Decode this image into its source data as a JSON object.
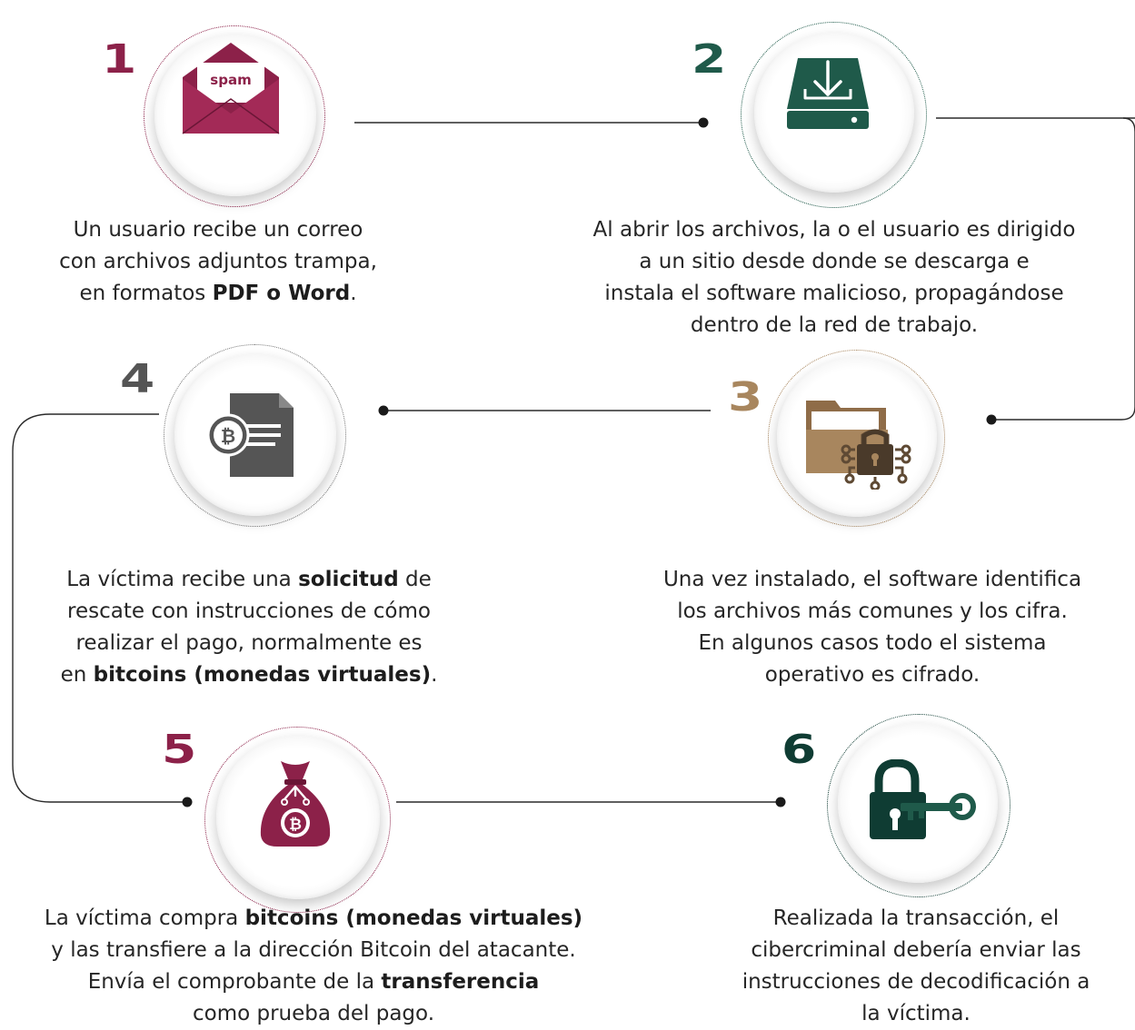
{
  "colors": {
    "wine": "#8c2149",
    "green": "#1f5a4a",
    "gray": "#555555",
    "gold": "#a8865e",
    "dark_green": "#0f3c33"
  },
  "steps": [
    {
      "number": "1",
      "icon": "spam-envelope-icon",
      "icon_label": "spam",
      "text": [
        {
          "t": "Un usuario recibe un correo"
        },
        {
          "br": true
        },
        {
          "t": "con archivos adjuntos trampa,"
        },
        {
          "br": true
        },
        {
          "t": "en formatos "
        },
        {
          "b": "PDF o Word"
        },
        {
          "t": "."
        }
      ]
    },
    {
      "number": "2",
      "icon": "hard-drive-download-icon",
      "text": [
        {
          "t": "Al abrir los archivos, la o el usuario es dirigido"
        },
        {
          "br": true
        },
        {
          "t": "a un sitio desde donde se descarga e"
        },
        {
          "br": true
        },
        {
          "t": "instala el software malicioso, propagándose"
        },
        {
          "br": true
        },
        {
          "t": "dentro de la red de trabajo."
        }
      ]
    },
    {
      "number": "3",
      "icon": "locked-folder-icon",
      "text": [
        {
          "t": "Una vez instalado, el software identifica"
        },
        {
          "br": true
        },
        {
          "t": "los archivos más comunes y los cifra."
        },
        {
          "br": true
        },
        {
          "t": "En algunos casos todo el sistema"
        },
        {
          "br": true
        },
        {
          "t": "operativo es cifrado."
        }
      ]
    },
    {
      "number": "4",
      "icon": "bitcoin-document-icon",
      "text": [
        {
          "t": "La víctima recibe una "
        },
        {
          "b": "solicitud"
        },
        {
          "t": " de"
        },
        {
          "br": true
        },
        {
          "t": "rescate con instrucciones de cómo"
        },
        {
          "br": true
        },
        {
          "t": "realizar el pago, normalmente es"
        },
        {
          "br": true
        },
        {
          "t": "en "
        },
        {
          "b": "bitcoins (monedas virtuales)"
        },
        {
          "t": "."
        }
      ]
    },
    {
      "number": "5",
      "icon": "bitcoin-money-bag-icon",
      "text": [
        {
          "t": "La víctima compra "
        },
        {
          "b": "bitcoins (monedas virtuales)"
        },
        {
          "br": true
        },
        {
          "t": "y las transfiere a la dirección Bitcoin del atacante."
        },
        {
          "br": true
        },
        {
          "t": "Envía el comprobante de la "
        },
        {
          "b": "transferencia"
        },
        {
          "br": true
        },
        {
          "t": "como prueba del pago."
        }
      ]
    },
    {
      "number": "6",
      "icon": "padlock-key-icon",
      "text": [
        {
          "t": "Realizada la transacción, el"
        },
        {
          "br": true
        },
        {
          "t": "cibercriminal debería enviar las"
        },
        {
          "br": true
        },
        {
          "t": "instrucciones de decodificación a"
        },
        {
          "br": true
        },
        {
          "t": "la víctima."
        }
      ]
    }
  ]
}
